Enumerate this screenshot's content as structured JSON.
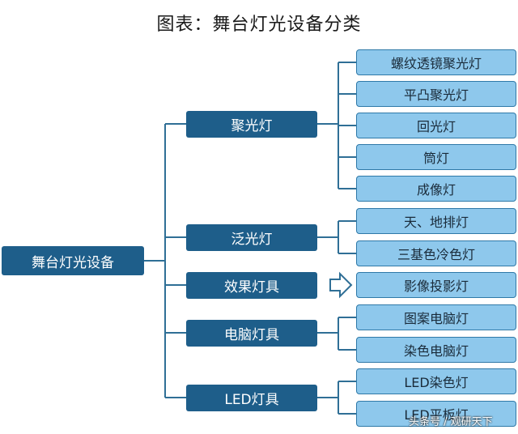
{
  "title": "图表：舞台灯光设备分类",
  "root": "舞台灯光设备",
  "categories": [
    {
      "label": "聚光灯",
      "items": [
        "螺纹透镜聚光灯",
        "平凸聚光灯",
        "回光灯",
        "筒灯",
        "成像灯"
      ]
    },
    {
      "label": "泛光灯",
      "items": [
        "天、地排灯",
        "三基色冷色灯"
      ]
    },
    {
      "label": "效果灯具",
      "items": [
        "影像投影灯"
      ]
    },
    {
      "label": "电脑灯具",
      "items": [
        "图案电脑灯",
        "染色电脑灯"
      ]
    },
    {
      "label": "LED灯具",
      "items": [
        "LED染色灯",
        "LED平板灯"
      ]
    }
  ],
  "watermark": "头条号 / 观研天下",
  "colors": {
    "dark_box": "#1e5e8a",
    "light_box": "#8ec8ec",
    "line": "#2f6f96"
  }
}
